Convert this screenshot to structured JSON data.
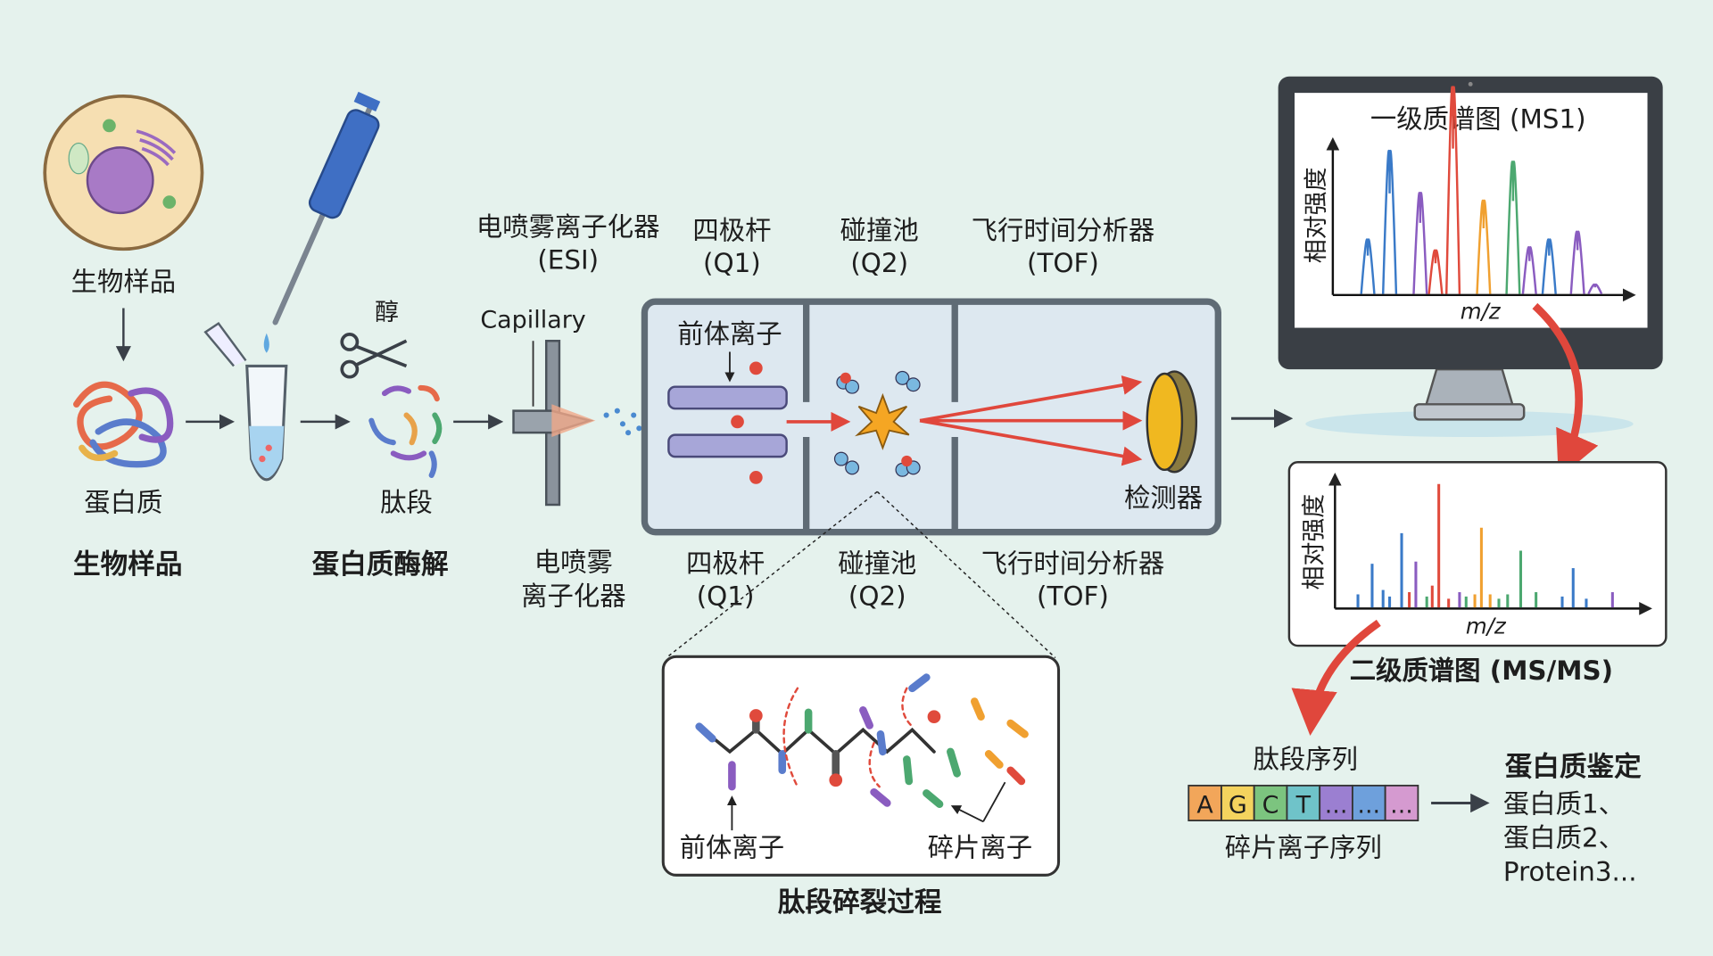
{
  "sample": {
    "cell_label": "生物样品",
    "protein_label": "蛋白质",
    "stage_title": "生物样品"
  },
  "digestion": {
    "enzyme_label": "醇",
    "peptide_label": "肽段",
    "stage_title": "蛋白质酶解"
  },
  "esi": {
    "capillary_label": "Capillary",
    "top_name": "电喷雾离子化器",
    "top_abbr": "(ESI)",
    "bottom_line1": "电喷雾",
    "bottom_line2": "离子化器"
  },
  "q1": {
    "name": "四极杆",
    "abbr": "(Q1)",
    "precursor_label": "前体离子"
  },
  "q2": {
    "name": "碰撞池",
    "abbr": "(Q2)"
  },
  "tof": {
    "name": "飞行时间分析器",
    "abbr": "(TOF)",
    "detector_label": "检测器"
  },
  "inset": {
    "precursor_label": "前体离子",
    "fragment_label": "碎片离子",
    "title": "肽段碎裂过程"
  },
  "ms1": {
    "title": "一级质谱图 (MS1)",
    "ylabel": "相对强度",
    "xlabel": "m/z"
  },
  "ms2": {
    "title": "二级质谱图 (MS/MS)",
    "ylabel": "相对强度",
    "xlabel": "m/z"
  },
  "sequence": {
    "title": "肽段序列",
    "letters": [
      "A",
      "G",
      "C",
      "T",
      "...",
      "...",
      "..."
    ],
    "colors": [
      "#f2a65a",
      "#f4d35e",
      "#7cc47f",
      "#6fc3c9",
      "#9b7fd1",
      "#6ea0dc",
      "#d59ad0"
    ],
    "caption": "碎片离子序列"
  },
  "identification": {
    "title": "蛋白质鉴定",
    "items": [
      "蛋白质1、",
      "蛋白质2、",
      "Protein3..."
    ]
  },
  "colors": {
    "background": "#e5f2ed",
    "arrow_red": "#e0473c",
    "instrument_frame": "#5f6b75"
  }
}
